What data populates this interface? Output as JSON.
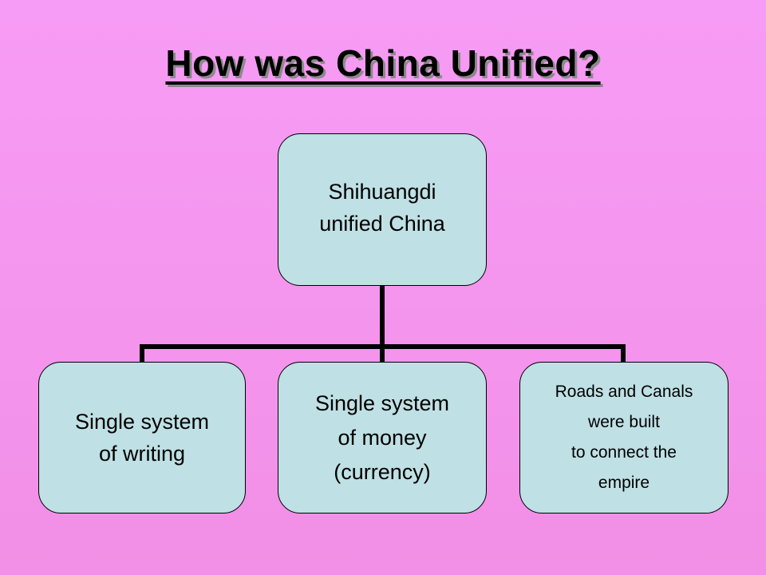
{
  "slide": {
    "title": "How was China Unified?",
    "colors": {
      "background": "#f79cf6",
      "node_fill": "#bfe0e4",
      "connector": "#000000"
    }
  },
  "diagram": {
    "root": {
      "label": "Shihuangdi\nunified China"
    },
    "children": [
      {
        "label": "Single system\nof writing"
      },
      {
        "label": "Single system\nof money\n(currency)"
      },
      {
        "label": "Roads and Canals\nwere built\nto connect the\nempire"
      }
    ]
  }
}
